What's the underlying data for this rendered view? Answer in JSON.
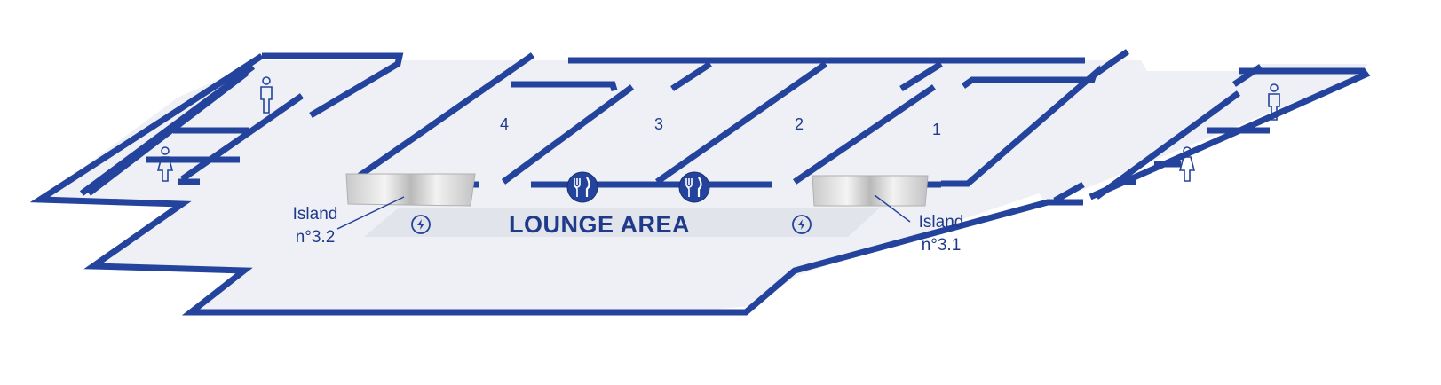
{
  "rooms": [
    {
      "label": "4"
    },
    {
      "label": "3"
    },
    {
      "label": "2"
    },
    {
      "label": "1"
    }
  ],
  "lounge": {
    "label": "LOUNGE AREA"
  },
  "islands": [
    {
      "line1": "Island",
      "line2": "n°3.2"
    },
    {
      "line1": "Island",
      "line2": "n°3.1"
    }
  ],
  "icons": {
    "restaurant": "fork-knife-icon",
    "charging": "charging-icon",
    "male_restroom": "male-restroom-icon",
    "female_restroom": "female-restroom-icon"
  },
  "colors": {
    "wall": "#24439c",
    "wall_dark": "#1a2f73",
    "floor": "#eef0f5",
    "lounge_strip": "#e1e4ea",
    "label": "#1f3a8a"
  }
}
